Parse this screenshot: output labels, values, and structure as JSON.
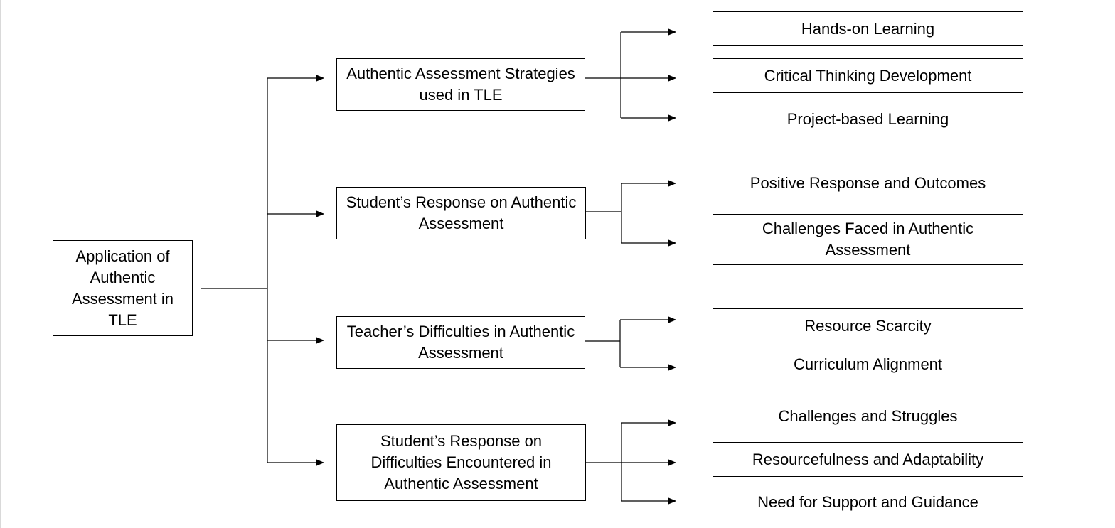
{
  "root": {
    "label": "Application of Authentic Assessment in TLE"
  },
  "categories": [
    {
      "label": "Authentic Assessment Strategies used in TLE",
      "items": [
        "Hands-on Learning",
        "Critical Thinking Development",
        "Project-based Learning"
      ]
    },
    {
      "label": "Student’s Response on Authentic Assessment",
      "items": [
        "Positive Response and Outcomes",
        "Challenges Faced in Authentic Assessment"
      ]
    },
    {
      "label": "Teacher’s Difficulties in Authentic Assessment",
      "items": [
        "Resource Scarcity",
        "Curriculum Alignment"
      ]
    },
    {
      "label": "Student’s Response on Difficulties Encountered in Authentic Assessment",
      "items": [
        "Challenges and Struggles",
        "Resourcefulness and Adaptability",
        "Need for Support and Guidance"
      ]
    }
  ],
  "colors": {
    "line": "#000000",
    "border": "#000000",
    "background": "#ffffff"
  }
}
